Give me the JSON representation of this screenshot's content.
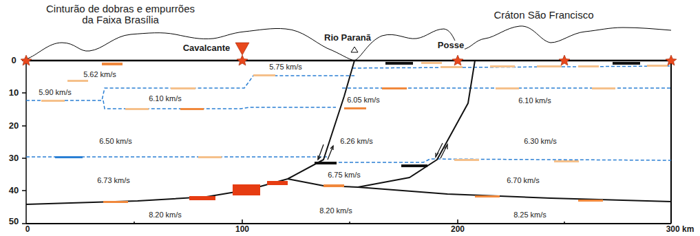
{
  "diagram": {
    "labels": [
      "Cinturão de dobras e empurrões da Faixa Brasília",
      "Cráton São Francisco",
      "Cavalcante",
      "Rio Paranã",
      "Posse",
      "0",
      "10",
      "20",
      "30",
      "40",
      "50",
      "0",
      "100",
      "200",
      "300 km",
      "5.62 km/s",
      "5.75 km/s",
      "5.90 km/s",
      "6.10 km/s",
      "6.50 km/s",
      "6.05 km/s",
      "6.26 km/s",
      "6.10 km/s",
      "6.30 km/s",
      "6.75 km/s",
      "6.73 km/s",
      "6.70 km/s",
      "8.20 km/s",
      "8.20 km/s",
      "8.25 km/s"
    ]
  }
}
